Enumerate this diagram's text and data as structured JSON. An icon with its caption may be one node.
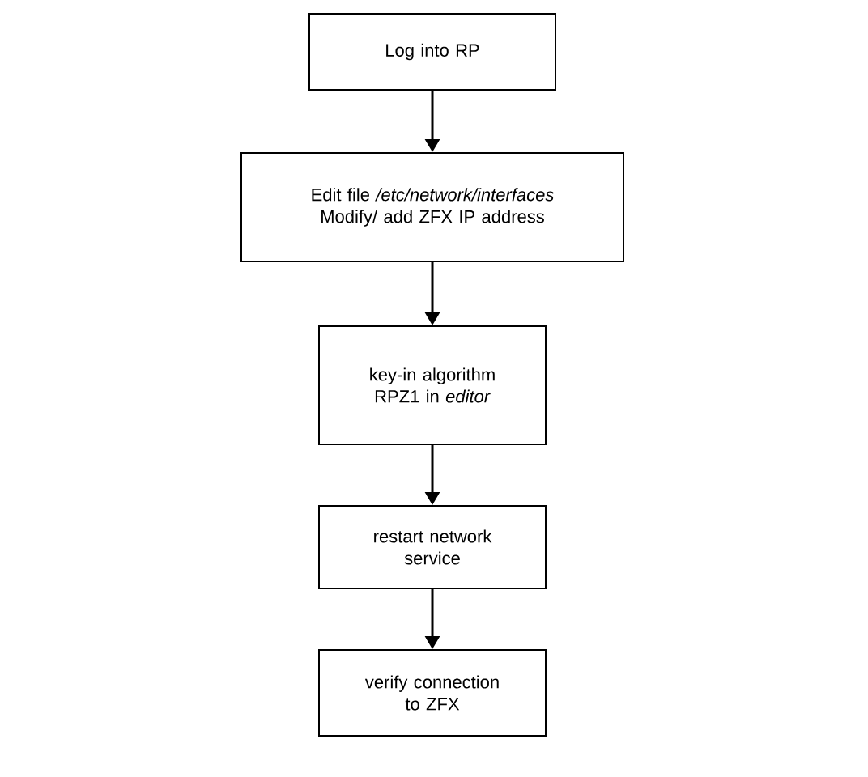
{
  "diagram": {
    "nodes": [
      {
        "text": [
          "Log into RP"
        ]
      },
      {
        "text": [
          "Edit file */etc/network/interfaces* Modify/ add ZFX IP address"
        ]
      },
      {
        "text": [
          "key-in algorithm RPZ1 in *editor*"
        ]
      },
      {
        "text": [
          "restart network service"
        ]
      },
      {
        "text": [
          "verify connection to ZFX"
        ]
      }
    ],
    "edges": [
      {
        "from": 0,
        "to": 1,
        "arrow": "to"
      },
      {
        "from": 1,
        "to": 2,
        "arrow": "to"
      },
      {
        "from": 2,
        "to": 3,
        "arrow": "to"
      },
      {
        "from": 3,
        "to": 4,
        "arrow": "to"
      }
    ]
  }
}
